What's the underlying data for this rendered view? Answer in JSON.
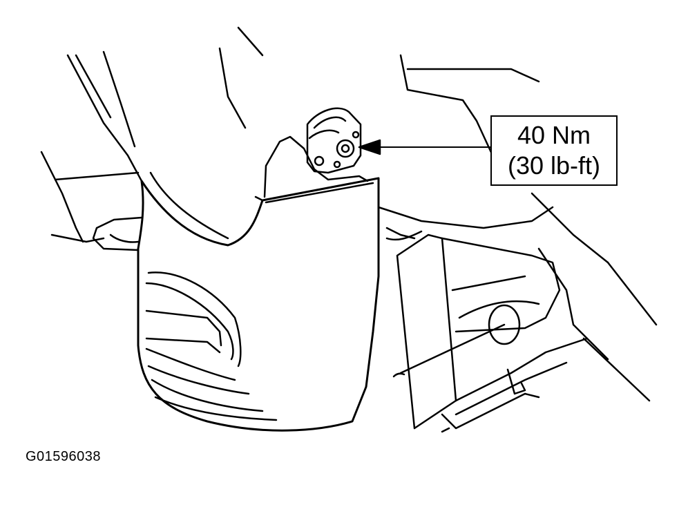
{
  "callout": {
    "torque_nm": "40 Nm",
    "torque_lbft": "(30 lb-ft)"
  },
  "figure": {
    "id": "G01596038"
  },
  "style": {
    "line_color": "#000000",
    "background": "#ffffff"
  }
}
